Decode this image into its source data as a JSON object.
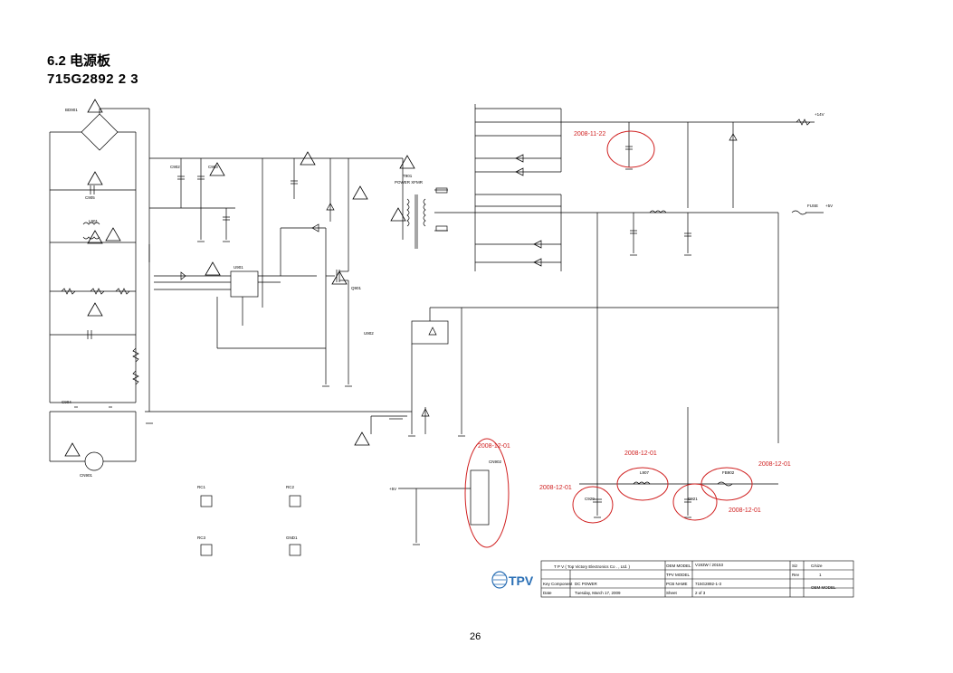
{
  "header": {
    "section": "6.2 电源板",
    "part_number": "715G2892   2   3"
  },
  "annotations": {
    "date_1": "2008-11-22",
    "date_2": "2008-12-01",
    "date_3": "2008-12-01",
    "date_4": "2008-12-01",
    "date_5": "2008-12-01",
    "date_6": "2008-12-01"
  },
  "labels": {
    "bd901": "BD901",
    "c905": "C905",
    "c902": "C902",
    "c903": "C903",
    "l901": "L901",
    "c904": "C904",
    "cn901": "CN901",
    "u901": "U901",
    "q901": "Q901",
    "t901": "T901",
    "u902": "U902",
    "c920": "C920",
    "c921": "C921",
    "l907": "L907",
    "fb902": "FB902",
    "cn902": "CN902",
    "plus14v": "+14V",
    "plus5v": "+5V",
    "vcc": "+5V",
    "rc1": "RC1",
    "rc2": "RC2",
    "rc3": "RC3",
    "gnd1": "GND1",
    "power_xfmr": "POWER XFMR",
    "fuse": "FUSE"
  },
  "title_block": {
    "company": "T P V  ( Top  Victory  Electronics  Co . ,  Ltd. )",
    "oem_model_label": "OEM MODEL",
    "oem_model": "V193W / 20153",
    "size_label": "Siz",
    "size_value": "C/size",
    "tpv_model_label": "TPV MODEL",
    "rev_label": "Rev",
    "rev_value": "1",
    "pcb_name_label": "PCB NAME",
    "pcb_name": "715G2892-1-3",
    "date_label": "Date",
    "date_value": "Tuesday, March 17, 2009",
    "sheet_label": "Sheet",
    "sheet_value": "2    of    3",
    "key_component_label": "Key Component",
    "key_component": "DC POWER",
    "logo_text": "TPV",
    "oem_model_right": "OEM MODEL"
  },
  "page_number": "26"
}
